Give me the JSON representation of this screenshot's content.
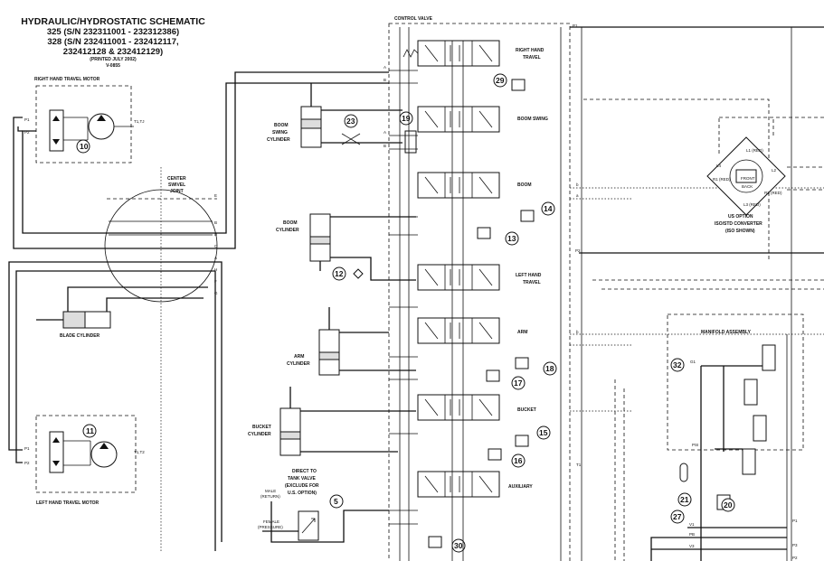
{
  "title_block": {
    "title": "HYDRAULIC/HYDROSTATIC SCHEMATIC",
    "line2": "325 (S/N 232311001 - 232312386)",
    "line3": "328 (S/N 232411001 - 232412117,",
    "line4": "232412128 & 232412129)",
    "printed": "(PRINTED JULY 2002)",
    "code": "V-0855"
  },
  "components": {
    "control_valve": "CONTROL VALVE",
    "rh_travel_motor": "RIGHT HAND TRAVEL MOTOR",
    "lh_travel_motor": "LEFT HAND TRAVEL MOTOR",
    "swivel_1": "CENTER",
    "swivel_2": "SWIVEL",
    "swivel_3": "JOINT",
    "blade_cylinder": "BLADE CYLINDER",
    "boom_swing_cyl_1": "BOOM",
    "boom_swing_cyl_2": "SWING",
    "boom_swing_cyl_3": "CYLINDER",
    "boom_cyl_1": "BOOM",
    "boom_cyl_2": "CYLINDER",
    "arm_cyl_1": "ARM",
    "arm_cyl_2": "CYLINDER",
    "bucket_cyl_1": "BUCKET",
    "bucket_cyl_2": "CYLINDER",
    "dtv_1": "DIRECT TO",
    "dtv_2": "TANK VALVE",
    "dtv_3": "(EXCLUDE FOR",
    "dtv_4": "U.S. OPTION)",
    "male_1": "MALE",
    "male_2": "(RETURN)",
    "female_1": "FEMALE",
    "female_2": "(PRESSURE)",
    "us_option_1": "US OPTION",
    "us_option_2": "ISO/STD CONVERTER",
    "us_option_3": "(ISO SHOWN)",
    "manifold": "MANIFOLD ASSEMBLY",
    "front": "FRONT",
    "back": "BACK"
  },
  "sections": {
    "rh_travel_1": "RIGHT HAND",
    "rh_travel_2": "TRAVEL",
    "boom_swing": "BOOM SWING",
    "boom": "BOOM",
    "lh_travel_1": "LEFT HAND",
    "lh_travel_2": "TRAVEL",
    "arm": "ARM",
    "bucket": "BUCKET",
    "auxiliary": "AUXILIARY"
  },
  "callouts": [
    "10",
    "11",
    "23",
    "19",
    "29",
    "14",
    "13",
    "12",
    "18",
    "17",
    "15",
    "16",
    "5",
    "30",
    "32",
    "21",
    "20",
    "27"
  ],
  "ports": {
    "P1": "P1",
    "P2": "P2",
    "T1T2": "T1,T2",
    "T1TJ": "T1,TJ",
    "A": "A",
    "B": "B",
    "C": "C",
    "D": "D",
    "E": "E",
    "F": "F",
    "G": "G",
    "H": "H",
    "a": "a",
    "b": "b",
    "T1": "T1",
    "G1": "G1",
    "PSI": "PSI",
    "V1": "V1",
    "PB": "PB",
    "V3": "V3",
    "P3": "P3"
  },
  "converter_ports": {
    "l1": "L1 (RED)",
    "l2": "L2",
    "l3": "L3 (RED)",
    "l4": "L4",
    "r1": "R1 (RED)",
    "r2": "R2 (RED)"
  }
}
